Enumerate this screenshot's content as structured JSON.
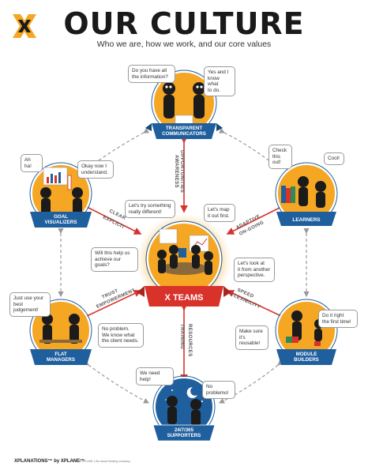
{
  "header": {
    "title": "OUR CULTURE",
    "subtitle": "Who we are, how we work, and our core values"
  },
  "nodes": {
    "top": {
      "line1": "TRANSPARENT",
      "line2": "COMMUNICATORS"
    },
    "ul": {
      "line1": "GOAL",
      "line2": "VISUALIZERS"
    },
    "ur": {
      "line1": "LEARNERS",
      "line2": ""
    },
    "ll": {
      "line1": "FLAT",
      "line2": "MANAGERS"
    },
    "lr": {
      "line1": "MODULE",
      "line2": "BUILDERS"
    },
    "bottom": {
      "line1": "24/7/365",
      "line2": "SUPPORTERS"
    },
    "center": {
      "label": "X TEAMS"
    }
  },
  "connectors": {
    "top_a": "OPPORTUNITIES",
    "top_b": "AWARENESS",
    "ul_a": "CLEAR",
    "ul_b": "EXPLICIT",
    "ur_a": "ADAPTIVE",
    "ur_b": "ON-GOING",
    "ll_a": "TRUST",
    "ll_b": "EMPOWERMENT",
    "lr_a": "SPEED",
    "lr_b": "FLEXIBILITY",
    "bot_a": "TRAINING",
    "bot_b": "RESOURCES"
  },
  "bubbles": {
    "top_left": "Do you have all\nthe information?",
    "top_right": "Yes and I\nknow what\nto do.",
    "ul_left": "Ah ha!",
    "ul_right": "Okay now I\nunderstand.",
    "ur_left": "Check\nthis out!",
    "ur_right": "Cool!",
    "c_top": "Let's try something\nreally different!",
    "c_map": "Let's map\nit out first.",
    "c_left": "Will this help us\nachieve our goals?",
    "c_right": "Let's look at\nit from another\nperspective.",
    "ll_top": "Just use your\nbest judgement!",
    "ll_right": "No problem.\nWe know what\nthe client needs.",
    "lr_top": "Do it right\nthe first time!",
    "lr_left": "Make sure\nit's reusable!",
    "bot_left": "We need help!",
    "bot_right": "No problemo!"
  },
  "footer": {
    "brand": "XPLANATIONS™ by XPLANE™",
    "small": "©2015 XPLANE | the visual thinking company"
  },
  "colors": {
    "orange": "#f5a623",
    "blue": "#1f5f9e",
    "red": "#d9322b",
    "dark": "#1b1b1b"
  }
}
